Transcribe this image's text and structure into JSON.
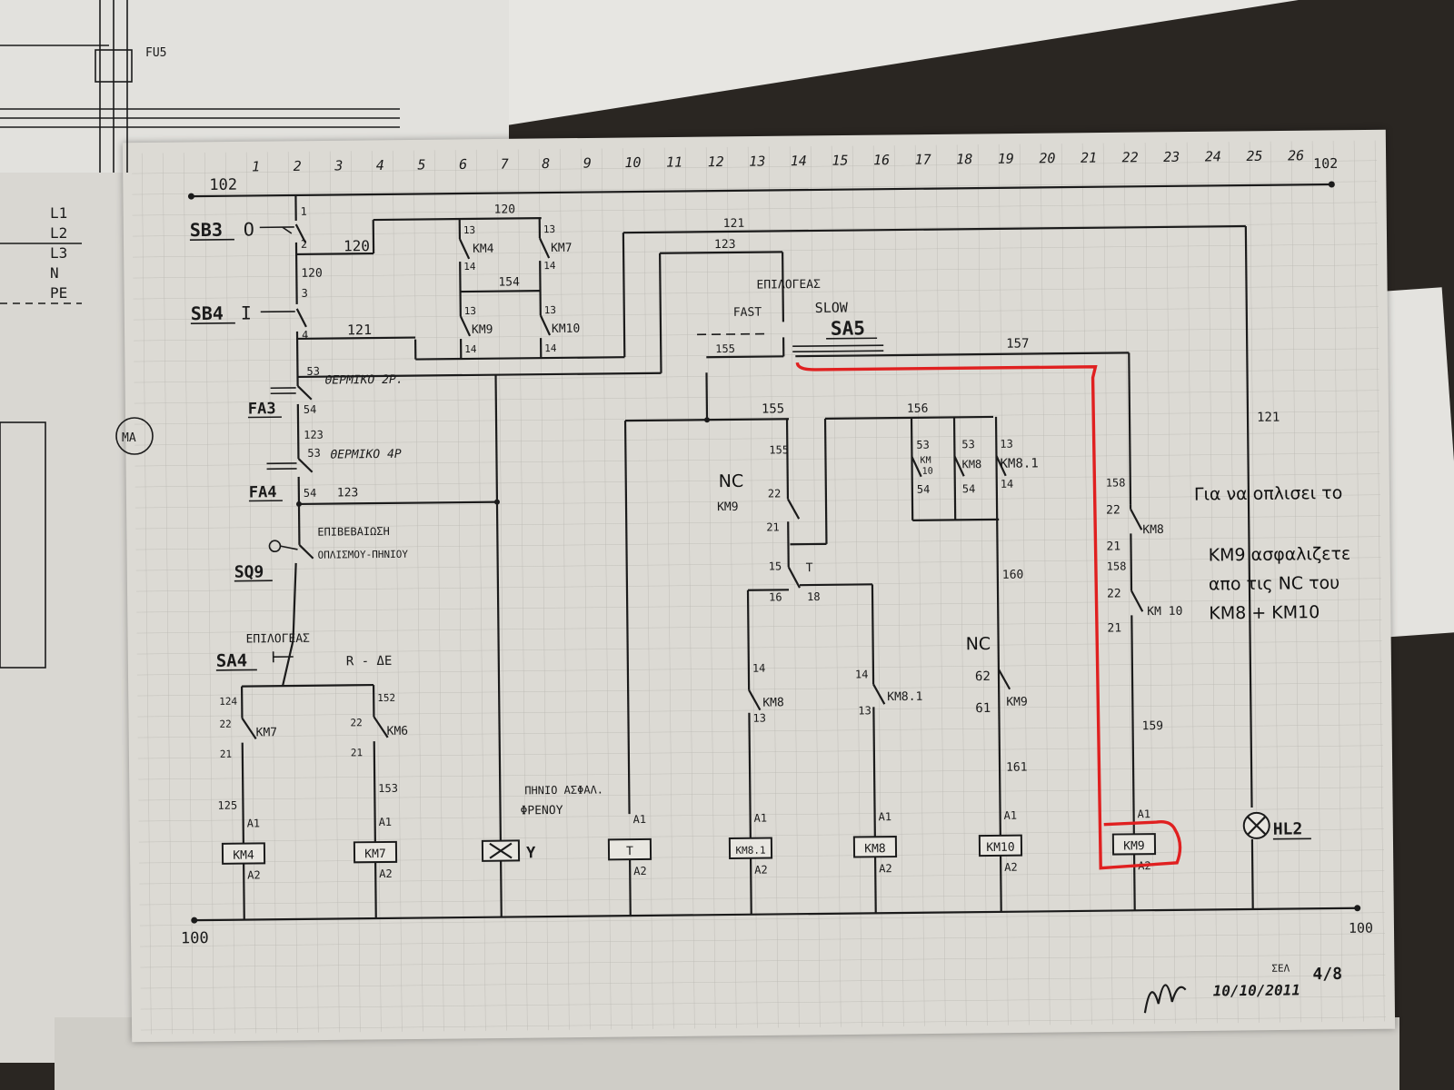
{
  "columns": [
    "1",
    "2",
    "3",
    "4",
    "5",
    "6",
    "7",
    "8",
    "9",
    "10",
    "11",
    "12",
    "13",
    "14",
    "15",
    "16",
    "17",
    "18",
    "19",
    "20",
    "21",
    "22",
    "23",
    "24",
    "25",
    "26"
  ],
  "rails": {
    "top": "102",
    "top_right": "102",
    "bottom": "100",
    "bottom_right": "100"
  },
  "devices": {
    "sb3": "SB3",
    "sb3_sym": "O",
    "sb4": "SB4",
    "sb4_sym": "I",
    "fa3": "FA3",
    "fa3_desc": "ΘΕΡΜΙΚΟ 2P.",
    "fa4": "FA4",
    "fa4_desc": "ΘΕΡΜΙΚΟ 4P",
    "sq9": "SQ9",
    "sq9_desc1": "ΕΠΙΒΕΒΑΙΩΣΗ",
    "sq9_desc2": "ΟΠΛΙΣΜΟΥ-ΠΗΝΙΟΥ",
    "sa4": "SA4",
    "sa4_desc": "ΕΠΙΛΟΓΕΑΣ",
    "sa4_r": "R - ΔΕ",
    "sa5": "SA5",
    "sa5_title": "ΕΠΙΛΟΓΕΑΣ",
    "fast": "FAST",
    "slow": "SLOW",
    "brake1": "ΠΗΝΙΟ ΑΣΦΑΛ.",
    "brake2": "ΦΡΕΝΟΥ",
    "hl2": "HL2"
  },
  "contacts": {
    "km4": "KM4",
    "km7": "KM7",
    "km9": "KM9",
    "km10": "KM10",
    "km9_nc": "KM9",
    "t": "T",
    "km8": "KM8",
    "km8_1": "KM8.1",
    "km10b": "KM",
    "km10b2": "10",
    "km8b": "KM8",
    "km8_1b": "KM8.1",
    "km8_c": "KM8",
    "km10_c": "KM 10",
    "km7_b": "KM7",
    "km6_b": "KM6",
    "km9_b": "KM9"
  },
  "wires": {
    "w1": "1",
    "w2": "2",
    "w120a": "120",
    "w120b": "120",
    "w120c": "120",
    "w3": "3",
    "w4": "4",
    "w121a": "121",
    "w121b": "121",
    "w121c": "121",
    "w123a": "123",
    "w123b": "123",
    "w123c": "123",
    "w53a": "53",
    "w54a": "54",
    "w53b": "53",
    "w54b": "54",
    "w154": "154",
    "w13a": "13",
    "w14a": "14",
    "w13b": "13",
    "w14b": "14",
    "w13c": "13",
    "w14c": "14",
    "w13d": "13",
    "w14d": "14",
    "w155a": "155",
    "w155b": "155",
    "w155c": "155",
    "w157": "157",
    "w156": "156",
    "w22a": "22",
    "w21a": "21",
    "w15": "15",
    "w16": "16",
    "w18": "18",
    "w53c": "53",
    "w54c": "54",
    "w53d": "53",
    "w54d": "54",
    "w13e": "13",
    "w14e": "14",
    "w158a": "158",
    "w22b": "22",
    "w21b": "21",
    "w158b": "158",
    "w22c": "22",
    "w21c": "21",
    "w160": "160",
    "w62": "62",
    "w61": "61",
    "w161": "161",
    "w159": "159",
    "w14f": "14",
    "w13f": "13",
    "w14g": "14",
    "w13g": "13",
    "w124": "124",
    "w22d": "22",
    "w21d": "21",
    "w125": "125",
    "w152": "152",
    "w22e": "22",
    "w21e": "21",
    "w153": "153"
  },
  "coils": [
    {
      "label": "KM4",
      "a1": "A1",
      "a2": "A2"
    },
    {
      "label": "KM7",
      "a1": "A1",
      "a2": "A2"
    },
    {
      "label": "Y"
    },
    {
      "label": "T",
      "a1": "A1",
      "a2": "A2"
    },
    {
      "label": "KM8.1",
      "a1": "A1",
      "a2": "A2"
    },
    {
      "label": "KM8",
      "a1": "A1",
      "a2": "A2"
    },
    {
      "label": "KM10",
      "a1": "A1",
      "a2": "A2"
    },
    {
      "label": "KM9",
      "a1": "A1",
      "a2": "A2"
    }
  ],
  "annotations": {
    "nc1": "NC",
    "nc1_sub": "KM9",
    "nc2": "NC",
    "note1": "Για να οπλισει το",
    "note2": "KM9 ασφαλιζετε",
    "note3": "απο τις NC του",
    "note4": "KM8 + KM10"
  },
  "footer": {
    "date": "10/10/2011",
    "page": "4/8",
    "page_prefix": "ΣΕΛ"
  },
  "back_sheet_left": {
    "l1": "L1",
    "l2": "L2",
    "l3": "L3",
    "n": "N",
    "pe": "PE",
    "fu5": "FU5",
    "m": "MA"
  },
  "colors": {
    "highlight": "#e02020",
    "ink": "#1b1b1b",
    "paper": "#dcdad4"
  }
}
